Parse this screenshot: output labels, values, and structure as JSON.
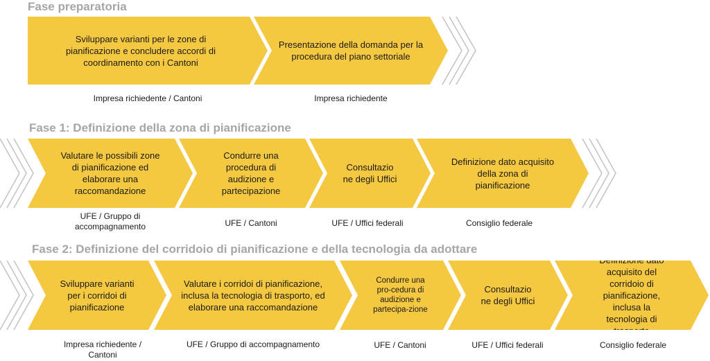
{
  "phases": [
    {
      "title": "Fase preparatoria",
      "steps": [
        {
          "text": "Sviluppare varianti per le zone di pianificazione e concludere accordi di coordinamento con i Cantoni",
          "actor": "Impresa richiedente / Cantoni"
        },
        {
          "text": "Presentazione della domanda per la procedura del piano settoriale",
          "actor": "Impresa richiedente"
        }
      ]
    },
    {
      "title": "Fase 1: Definizione della zona di pianificazione",
      "steps": [
        {
          "text": "Valutare le possibili zone di pianificazione ed elaborare una raccomandazione",
          "actor": "UFE / Gruppo di accompagnamento"
        },
        {
          "text": "Condurre una procedura di audizione e partecipazione",
          "actor": "UFE / Cantoni"
        },
        {
          "text": "Consultazio ne degli Uffici",
          "actor": "UFE / Uffici federali"
        },
        {
          "text": "Definizione dato acquisito della zona di pianificazione",
          "actor": "Consiglio federale"
        }
      ]
    },
    {
      "title": "Fase 2: Definizione del corridoio di pianificazione e della tecnologia da adottare",
      "steps": [
        {
          "text": "Sviluppare varianti per i corridoi di pianificazione",
          "actor": "Impresa richiedente / Cantoni"
        },
        {
          "text": "Valutare i corridoi di pianificazione, inclusa la tecnologia di trasporto, ed elaborare una raccomandazione",
          "actor": "UFE / Gruppo di accompagnamento"
        },
        {
          "text": "Condurre una pro-cedura di audizione e partecipa-zione",
          "actor": "UFE / Cantoni"
        },
        {
          "text": "Consultazio ne degli Uffici",
          "actor": "UFE / Uffici federali"
        },
        {
          "text": "Definizione dato acquisito del corridoio di pianificazione, inclusa la tecnologia di trasporto",
          "actor": "Consiglio federale"
        }
      ]
    }
  ],
  "colors": {
    "chevron_fill": "#f5c842",
    "title_gray": "#a6a6a6",
    "deco_line": "#bfbfbf"
  }
}
